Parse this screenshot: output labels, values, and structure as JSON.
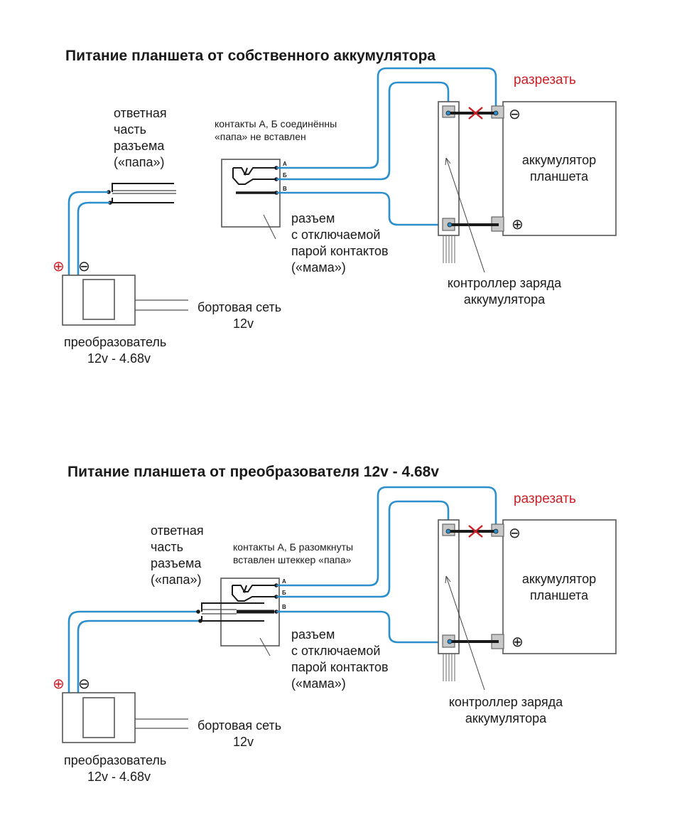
{
  "diagrams": [
    {
      "title": "Питание планшета от собственного аккумулятора",
      "plug_label": [
        "ответная",
        "часть",
        "разъема",
        "(«папа»)"
      ],
      "contacts_note": [
        "контакты  А, Б  соединённы",
        "«папа» не вставлен"
      ],
      "pins": [
        "А",
        "Б",
        "В"
      ],
      "socket_label": [
        "разъем",
        "с отключаемой",
        "парой контактов",
        "(«мама»)"
      ],
      "cut_label": "разрезать",
      "battery_label": [
        "аккумулятор",
        "планшета"
      ],
      "controller_label": [
        "контроллер заряда",
        "аккумулятора"
      ],
      "network_label": [
        "бортовая сеть",
        "12v"
      ],
      "converter_label": [
        "преобразователь",
        "12v - 4.68v"
      ],
      "plus_symbol": "⊕",
      "minus_symbol": "⊖"
    },
    {
      "title": "Питание планшета от преобразователя 12v - 4.68v",
      "plug_label": [
        "ответная",
        "часть",
        "разъема",
        "(«папа»)"
      ],
      "contacts_note": [
        "контакты А, Б разомкнуты",
        "вставлен штеккер «папа»"
      ],
      "pins": [
        "А",
        "Б",
        "В"
      ],
      "socket_label": [
        "разъем",
        "с отключаемой",
        "парой контактов",
        "(«мама»)"
      ],
      "cut_label": "разрезать",
      "battery_label": [
        "аккумулятор",
        "планшета"
      ],
      "controller_label": [
        "контроллер заряда",
        "аккумулятора"
      ],
      "network_label": [
        "бортовая сеть",
        "12v"
      ],
      "converter_label": [
        "преобразователь",
        "12v - 4.68v"
      ],
      "plus_symbol": "⊕",
      "minus_symbol": "⊖"
    }
  ],
  "colors": {
    "wire": "#2a8fcc",
    "cut": "#cc1f26",
    "text": "#1a1a1a"
  }
}
